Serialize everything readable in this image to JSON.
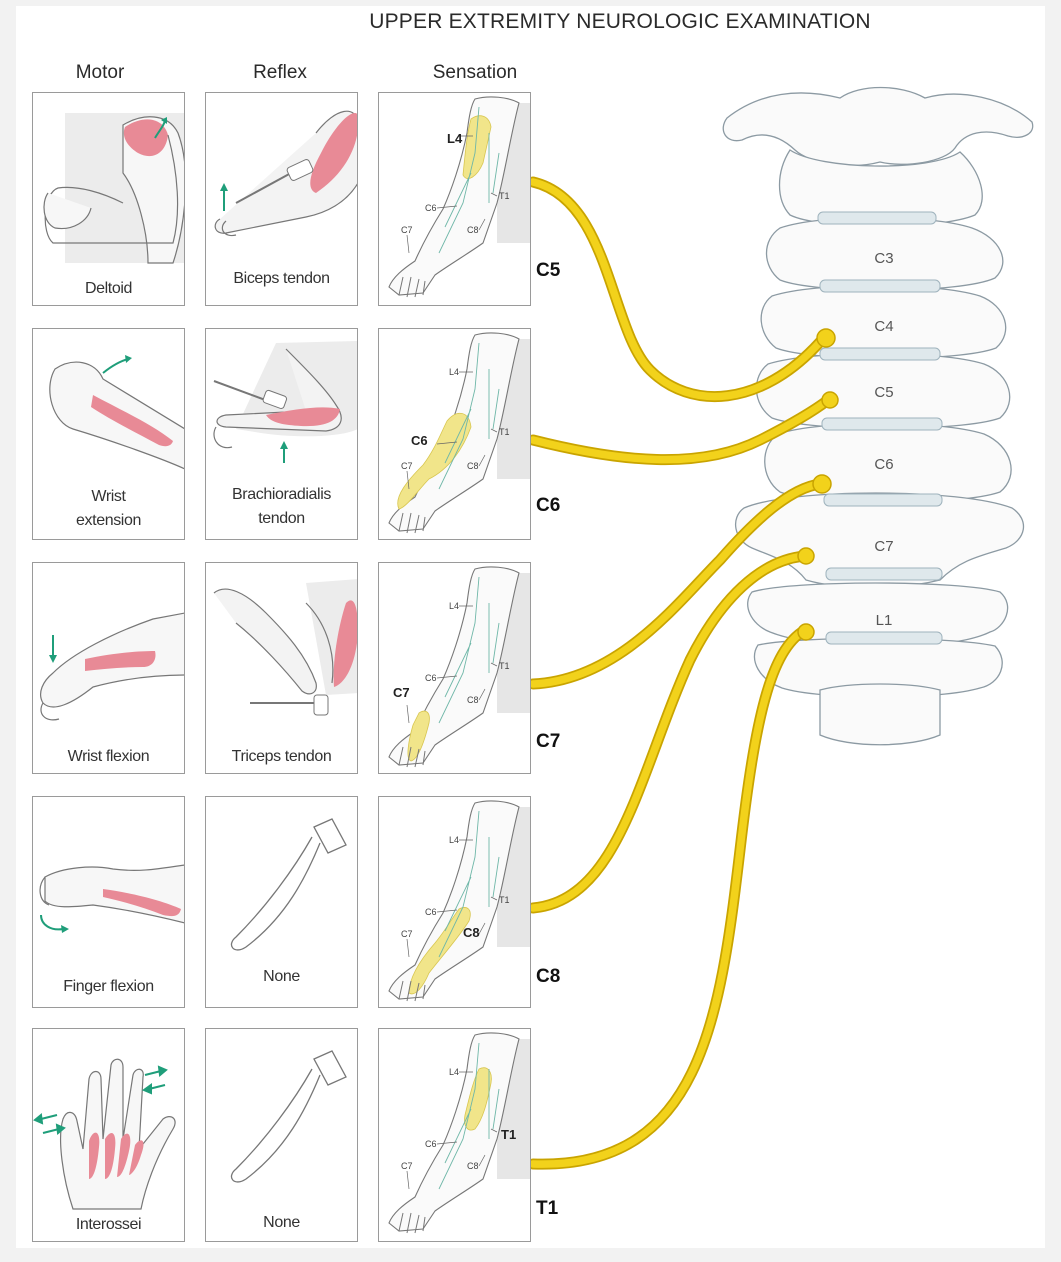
{
  "title": "UPPER EXTREMITY NEUROLOGIC EXAMINATION",
  "columns": {
    "motor": "Motor",
    "reflex": "Reflex",
    "sensation": "Sensation"
  },
  "rows": [
    {
      "level": "C5",
      "motor": "Deltoid",
      "reflex": "Biceps tendon",
      "highlight_label": "L4"
    },
    {
      "level": "C6",
      "motor_line1": "Wrist",
      "motor_line2": "extension",
      "reflex_line1": "Brachioradialis",
      "reflex_line2": "tendon",
      "highlight_label": "C6"
    },
    {
      "level": "C7",
      "motor": "Wrist flexion",
      "reflex": "Triceps tendon",
      "highlight_label": "C7"
    },
    {
      "level": "C8",
      "motor": "Finger flexion",
      "reflex": "None",
      "highlight_label": "C8"
    },
    {
      "level": "T1",
      "motor": "Interossei",
      "reflex": "None",
      "highlight_label": "T1"
    }
  ],
  "dermatome_labels": {
    "l4": "L4",
    "c6": "C6",
    "c7": "C7",
    "c8": "C8",
    "t1": "T1"
  },
  "vertebrae": [
    "C3",
    "C4",
    "C5",
    "C6",
    "C7",
    "L1"
  ],
  "colors": {
    "nerve": "#f2d21b",
    "nerve_edge": "#c9a400",
    "muscle": "#e88a96",
    "arrow": "#1f9e7a",
    "dermatome": "#f1e58a",
    "panel_border": "#9a9a9a"
  }
}
